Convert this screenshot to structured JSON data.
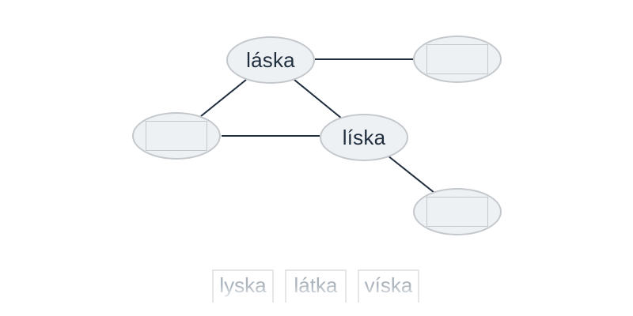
{
  "graph": {
    "nodes": [
      {
        "id": "laska",
        "label": "láska",
        "kind": "word"
      },
      {
        "id": "blank-top-right",
        "label": "",
        "kind": "blank"
      },
      {
        "id": "blank-left",
        "label": "",
        "kind": "blank"
      },
      {
        "id": "liska",
        "label": "líska",
        "kind": "word"
      },
      {
        "id": "blank-bottom-right",
        "label": "",
        "kind": "blank"
      }
    ],
    "edges": [
      [
        "laska",
        "blank-top-right"
      ],
      [
        "laska",
        "blank-left"
      ],
      [
        "laska",
        "liska"
      ],
      [
        "blank-left",
        "liska"
      ],
      [
        "liska",
        "blank-bottom-right"
      ]
    ]
  },
  "word_bank": [
    "lyska",
    "látka",
    "víska"
  ],
  "colors": {
    "edge": "#1f2d3d",
    "node_fill": "#eef1f4",
    "node_border": "#c4c8cc",
    "text": "#1f2d3d",
    "bank_text": "#aab3bc"
  }
}
